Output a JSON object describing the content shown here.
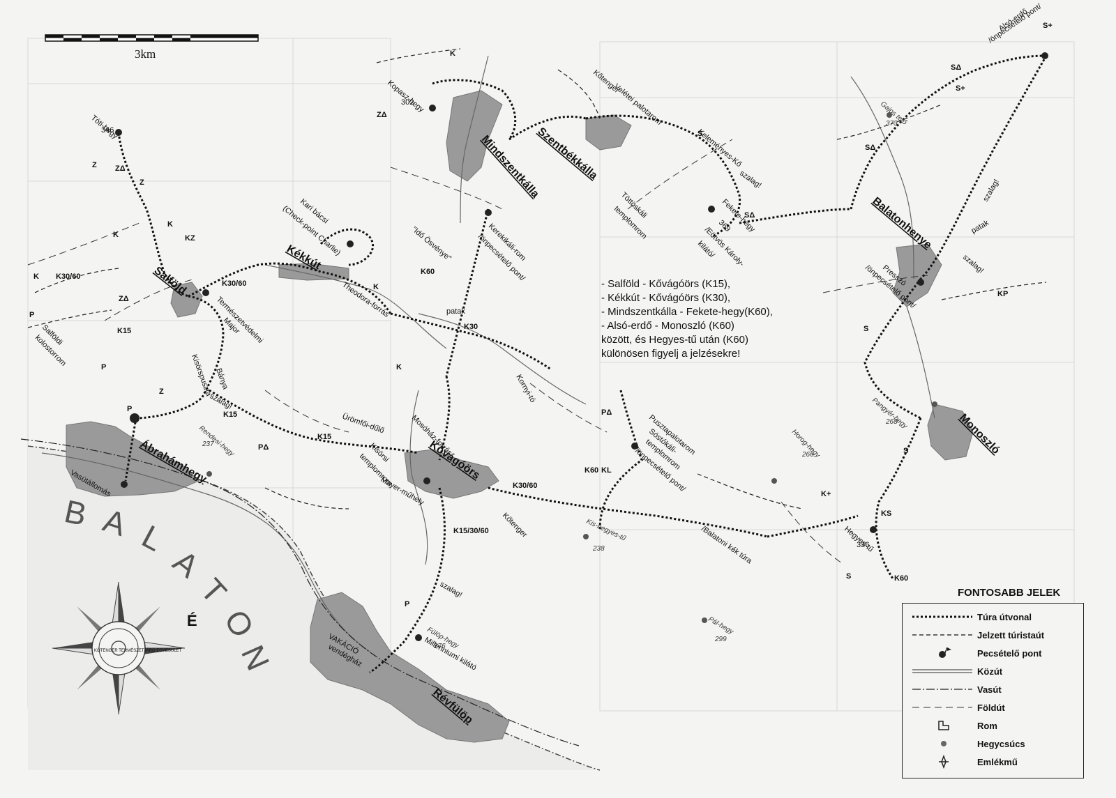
{
  "scale": {
    "label": "3km"
  },
  "towns": [
    {
      "id": "salfold",
      "name": "Salföld"
    },
    {
      "id": "kekkut",
      "name": "Kékkút"
    },
    {
      "id": "mindszentkalla",
      "name": "Mindszentkálla"
    },
    {
      "id": "szentbekkalla",
      "name": "Szentbékkálla"
    },
    {
      "id": "balatonhenye",
      "name": "Balatonhenye"
    },
    {
      "id": "monoszlo",
      "name": "Monoszló"
    },
    {
      "id": "kovagoors",
      "name": "Kővágóörs"
    },
    {
      "id": "abrahamhegy",
      "name": "Ábrahámhegy"
    },
    {
      "id": "revfulop",
      "name": "Révfülöp"
    }
  ],
  "places": {
    "toti_hegy": "Tóti-hegy",
    "toti_hegy_alt": "346",
    "kopasz_hegy": "Kopasz-hegy",
    "kopasz_hegy_alt": "302",
    "kotenger_1": "Kőtenger",
    "veletei": "Velétei palotarom",
    "kelemenyes": "Keleményes-Kő",
    "fekete_hegy": "Fekete-hegy",
    "fekete_hegy_alt": "369",
    "eotvos": "/Eötvös Károly-",
    "eotvos_2": "kilátó/",
    "totoskali": "Töttöskáli",
    "totoskali_2": "templomrom",
    "kari_bacsi": "Kari bácsi",
    "checkpoint": "(Check-point Charlie)",
    "ido_osvenye": "\"Idő Ösvénye\"",
    "kerekikali": "Kerekikáli-rom",
    "kerekikali_2": "/önpecsételő pont/",
    "theodora": "Theodora-forrás",
    "patak_1": "patak",
    "patak_2": "patak",
    "termeszet": "Természetvédelmi",
    "termeszet_2": "Major",
    "salfoldi_kolostor": "Salföldi",
    "salfoldi_kolostor_2": "kolostorrom",
    "banya": "Bánya",
    "kisorspuszta": "Kisörspuszta",
    "kornyi_to": "Kornyi-tó",
    "uromfoi": "Üröm­fői-dűlő",
    "mosohaz": "Mosóház-forrás",
    "kisorsi": "Kisörsi",
    "kisorsi_2": "templomrom",
    "mayer": "Mayer-műhely",
    "kotenger_2": "Kőtenger",
    "pusztapalota": "Pusztapalotarom",
    "sostokali": "Sóstókáli-",
    "sostokali_2": "templomrom",
    "sostokali_3": "/önpecsételő pont/",
    "rendesi": "Rendesi-hegy",
    "rendesi_alt": "237",
    "vasutallomas": "Vasútállomás",
    "gajos": "Gajos tető",
    "gajos_alt": "373",
    "also_erdo": "Alsó-erdő",
    "also_erdo_2": "/önpecsételő pont/",
    "presszo": "Presszó",
    "presszo_2": "/önpecsételő pont/",
    "pangyer": "Pangyér-hegy",
    "pangyer_alt": "268",
    "horog": "Horog-hegy",
    "horog_alt": "266",
    "kis_hegyes": "Kis-hegyes-tű",
    "kis_hegyes_alt": "238",
    "hegyes_tu": "Hegyes-tű",
    "hegyes_tu_alt": "336",
    "pal_hegy": "Pál-hegy",
    "pal_hegy_alt": "299",
    "fulop_hegy": "Fülöp-hegy",
    "fulop_hegy_alt": "276",
    "millenniumi": "Millenniumi kilátó",
    "vakacio": "VAKÁCIÓ",
    "vakacio_2": "vendégház",
    "balatoni_kek": "/Balatoni kék túra",
    "szalag_1": "szalag!",
    "szalag_2": "szalag!",
    "szalag_3": "szalag!",
    "szalag_4": "szalag!",
    "szalag_5": "szalag!",
    "lake": "BALATON"
  },
  "trail_marks": [
    "K",
    "K",
    "K",
    "K",
    "K",
    "K",
    "Z",
    "Z",
    "Z",
    "ZΔ",
    "K30/60",
    "K30/60",
    "K15",
    "K15",
    "K15",
    "K60",
    "K60",
    "K60",
    "K30",
    "K30/60",
    "K15/30/60",
    "KL",
    "KZ",
    "P",
    "P",
    "P",
    "P",
    "PΔ",
    "PΔ",
    "ZΔ",
    "ZΔ",
    "S",
    "S",
    "S",
    "S",
    "SΔ",
    "SΔ",
    "SΔ",
    "S+",
    "S+",
    "K+",
    "KP",
    "KS"
  ],
  "notice": [
    "- Salföld - Kővágóörs (K15),",
    "- Kékkút - Kővágóörs (K30),",
    "- Mindszentkálla - Fekete-hegy(K60),",
    "- Alsó-erdő - Monoszló (K60)",
    "között, és Hegyes-tű után (K60)",
    "különösen figyelj a jelzésekre!"
  ],
  "legend": {
    "title": "FONTOSABB JELEK",
    "items": [
      {
        "label": "Túra útvonal",
        "icon": "dotted-route"
      },
      {
        "label": "Jelzett túristaút",
        "icon": "marked-trail"
      },
      {
        "label": "Pecsételő pont",
        "icon": "stamp-point"
      },
      {
        "label": "Közút",
        "icon": "road"
      },
      {
        "label": "Vasút",
        "icon": "railway"
      },
      {
        "label": "Földút",
        "icon": "dirt-road"
      },
      {
        "label": "Rom",
        "icon": "ruin"
      },
      {
        "label": "Hegycsúcs",
        "icon": "peak"
      },
      {
        "label": "Emlékmű",
        "icon": "monument"
      }
    ]
  },
  "compass": {
    "east": "É",
    "ring": "KŐTENGER TERMÉSZETJÁRÓ EGYESÜLET"
  },
  "colors": {
    "paper": "#f4f4f2",
    "ink": "#111111",
    "town_fill": "#9a9a9a",
    "lake": "#b9b9b9"
  }
}
